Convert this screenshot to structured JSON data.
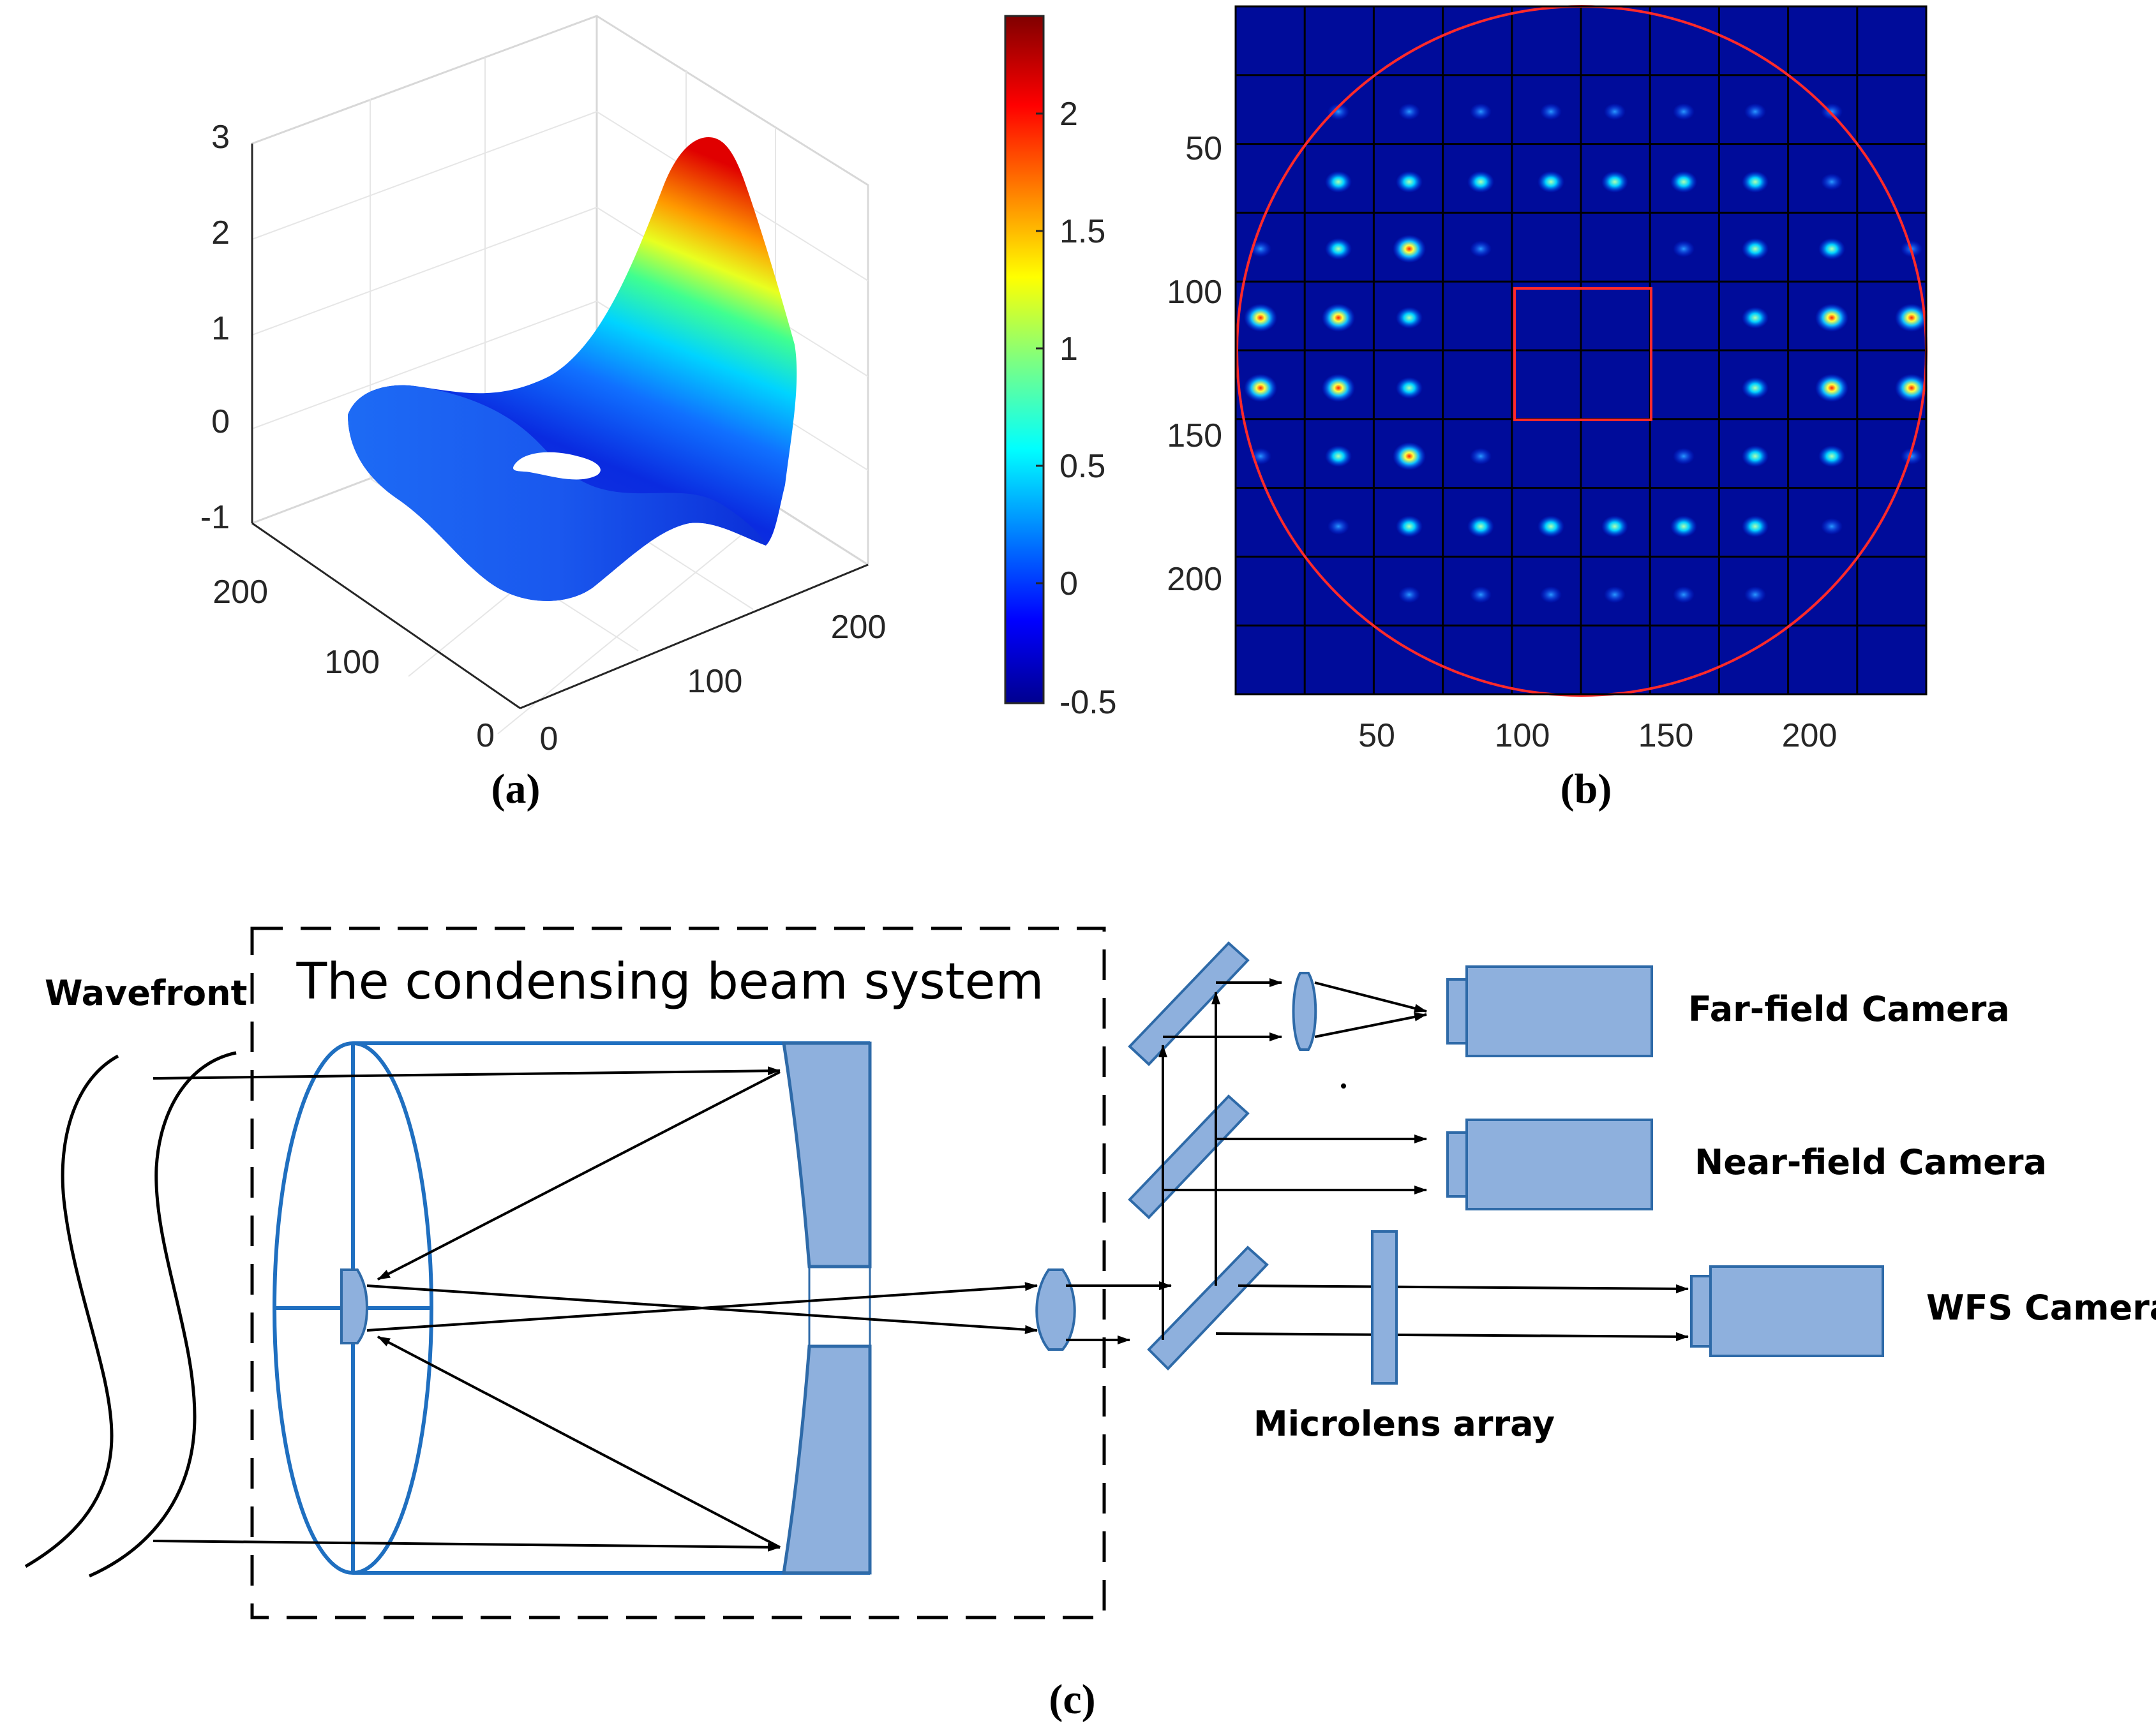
{
  "panel_a": {
    "label": "(a)",
    "z_ticks": [
      "3",
      "2",
      "1",
      "0",
      "-1"
    ],
    "y_ticks": [
      "200",
      "100",
      "0"
    ],
    "x_ticks": [
      "0",
      "100",
      "200"
    ],
    "colorbar_ticks": [
      "2",
      "1.5",
      "1",
      "0.5",
      "0",
      "-0.5"
    ]
  },
  "panel_b": {
    "label": "(b)",
    "y_ticks": [
      "50",
      "100",
      "150",
      "200"
    ],
    "x_ticks": [
      "50",
      "100",
      "150",
      "200"
    ]
  },
  "panel_c": {
    "label": "(c)",
    "wavefront_label": "Wavefront",
    "box_title": "The condensing beam system",
    "far_field_label": "Far-field Camera",
    "near_field_label": "Near-field Camera",
    "wfs_label": "WFS Camera",
    "microlens_label": "Microlens array"
  },
  "colors": {
    "optic_fill": "#8eb0dd",
    "optic_stroke": "#2e6aa8",
    "ellipse_stroke": "#1f6fc0",
    "spot_bg": "#000c9a",
    "circle": "#ff2a2a"
  }
}
